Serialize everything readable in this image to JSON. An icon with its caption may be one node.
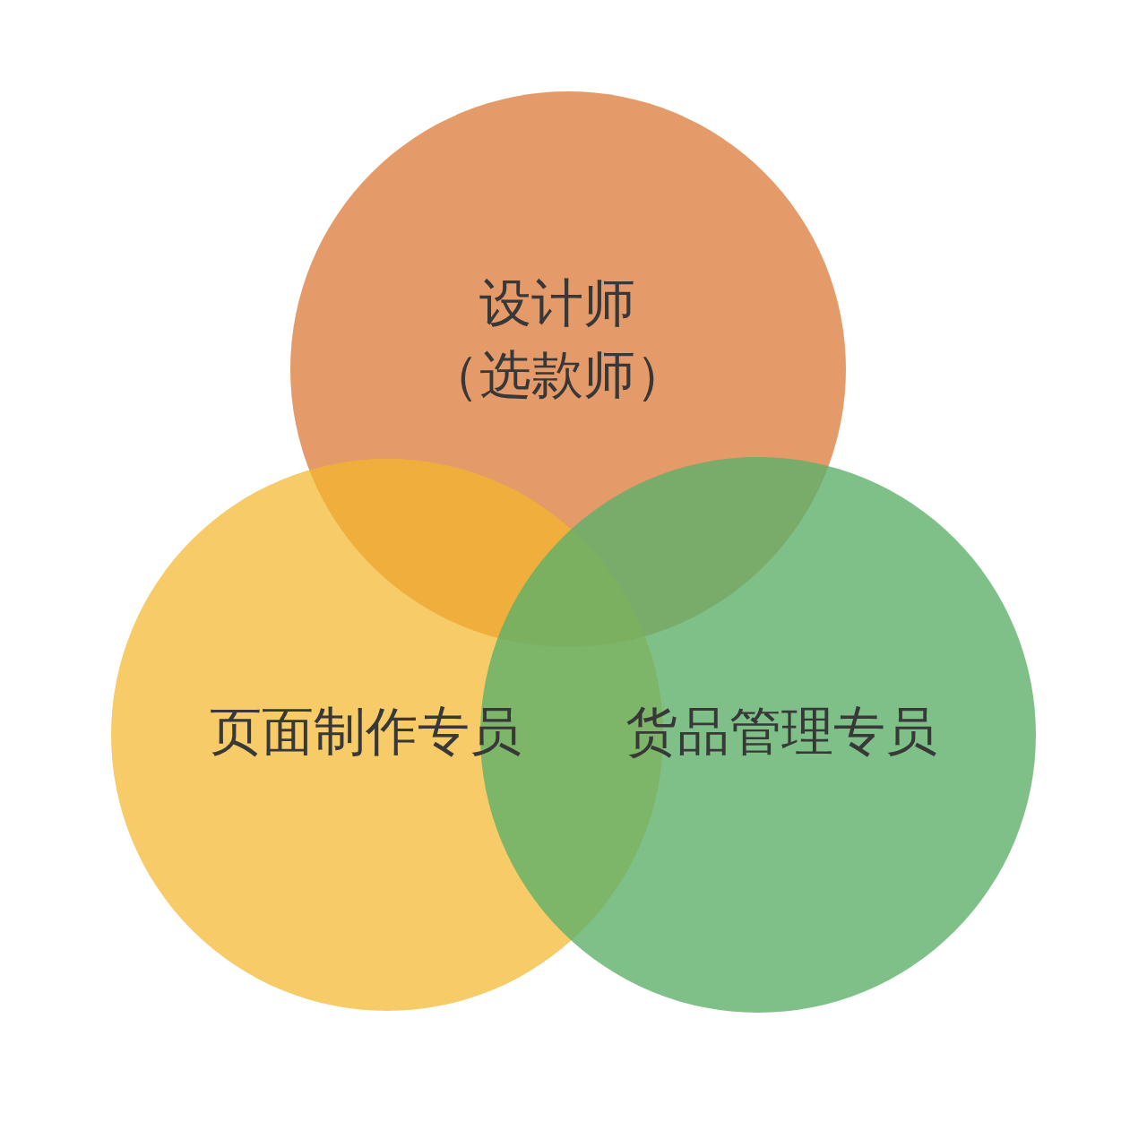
{
  "diagram": {
    "nodes": [
      {
        "text": [
          "设计师（选款师）"
        ]
      },
      {
        "text": [
          "页面制作专员"
        ]
      },
      {
        "text": [
          "货品管理专员"
        ]
      }
    ]
  }
}
